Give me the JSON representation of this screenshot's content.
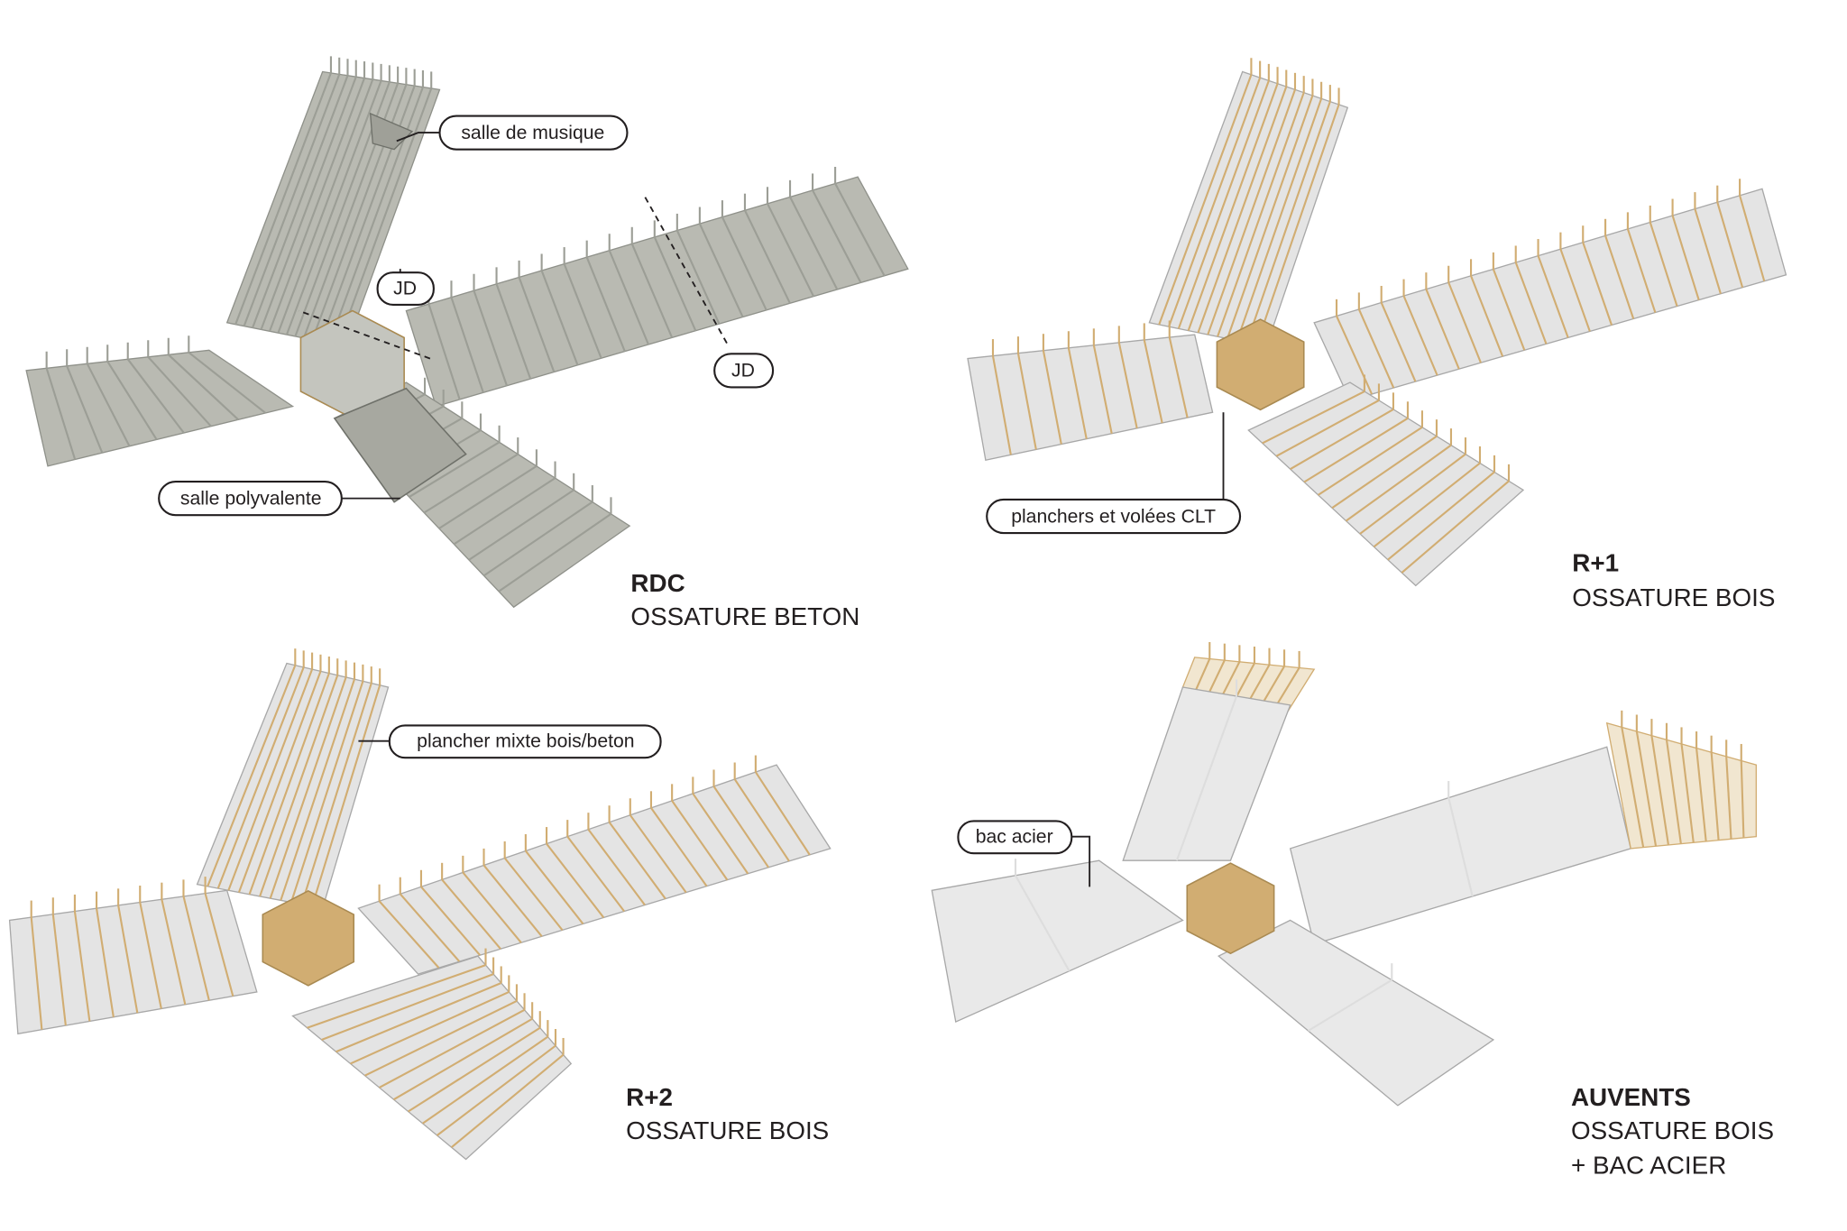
{
  "panels": [
    {
      "title": "RDC",
      "subtitle_lines": [
        "OSSATURE BETON"
      ]
    },
    {
      "title": "R+1",
      "subtitle_lines": [
        "OSSATURE BOIS"
      ]
    },
    {
      "title": "R+2",
      "subtitle_lines": [
        "OSSATURE BOIS"
      ]
    },
    {
      "title": "AUVENTS",
      "subtitle_lines": [
        "OSSATURE BOIS",
        "+ BAC ACIER"
      ]
    }
  ],
  "callouts": {
    "salle_musique": "salle de musique",
    "jd_1": "JD",
    "jd_2": "JD",
    "salle_polyvalente": "salle polyvalente",
    "planchers_clt": "planchers et volées CLT",
    "plancher_mixte": "plancher mixte bois/beton",
    "bac_acier": "bac acier"
  },
  "colors": {
    "concrete": "#b9bab2",
    "slab": "#e4e4e4",
    "timber": "#d1ad72"
  }
}
